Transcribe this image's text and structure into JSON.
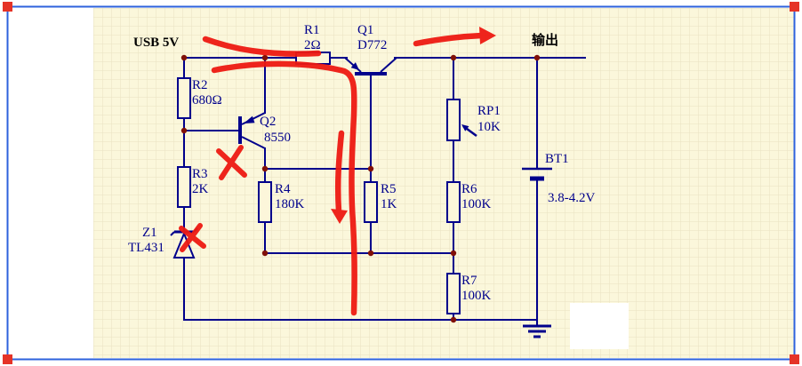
{
  "image": {
    "kind": "annotated circuit schematic screenshot",
    "selection": {
      "border_color": "#2e62dd",
      "handle_color": "#e53327"
    }
  },
  "colors": {
    "schematic_background": "#fbf7db",
    "grid_line": "#e8e2c2",
    "wire": "#00008c",
    "junction": "#801008",
    "annotation_red": "#ee1a12",
    "label_blue": "#00008c",
    "label_black": "#000000"
  },
  "schematic": {
    "power_label": "USB 5V",
    "output_label": "输出",
    "components": {
      "r1": {
        "name": "R1",
        "value": "2Ω"
      },
      "q1": {
        "name": "Q1",
        "value": "D772"
      },
      "r2": {
        "name": "R2",
        "value": "680Ω"
      },
      "q2": {
        "name": "Q2",
        "value": "8550"
      },
      "rp1": {
        "name": "RP1",
        "value": "10K"
      },
      "r3": {
        "name": "R3",
        "value": "2K"
      },
      "r4": {
        "name": "R4",
        "value": "180K"
      },
      "r5": {
        "name": "R5",
        "value": "1K"
      },
      "r6": {
        "name": "R6",
        "value": "100K"
      },
      "r7": {
        "name": "R7",
        "value": "100K"
      },
      "bt1": {
        "name": "BT1",
        "value": "3.8-4.2V"
      },
      "z1": {
        "name": "Z1",
        "value": "TL431"
      }
    },
    "annotations": [
      "red stroke over input path",
      "red arrow to output",
      "red current path curve down",
      "red downward arrow",
      "red X over Q2 base",
      "red X over Z1 cathode"
    ]
  }
}
